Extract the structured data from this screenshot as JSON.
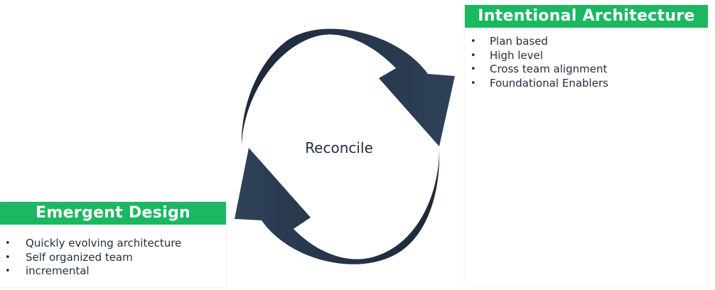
{
  "center": {
    "label": "Reconcile"
  },
  "intentional": {
    "title": "Intentional Architecture",
    "items": [
      "Plan based",
      "High level",
      "Cross team alignment",
      "Foundational Enablers"
    ]
  },
  "emergent": {
    "title": "Emergent Design",
    "items": [
      "Quickly evolving architecture",
      "Self organized team",
      "incremental"
    ]
  },
  "colors": {
    "header_green": "#1bb861",
    "arrow_dark": "#1f2d3d",
    "arrow_light": "#2e4057",
    "text_dark": "#1f2d3d"
  },
  "bullet_glyph": "•"
}
